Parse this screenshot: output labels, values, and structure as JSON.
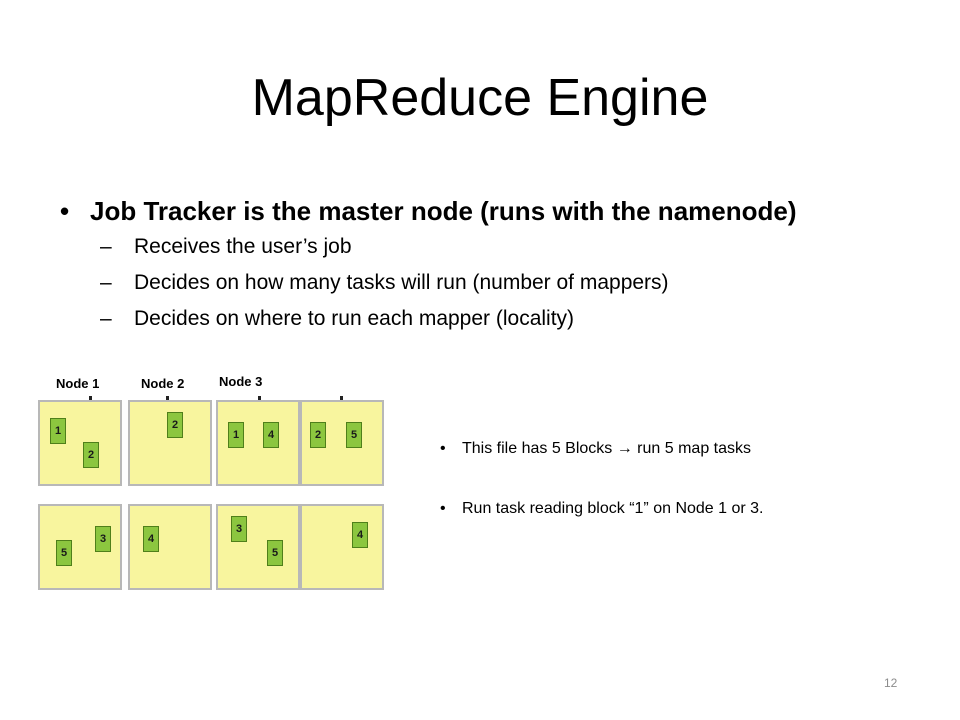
{
  "slide": {
    "title": "MapReduce Engine",
    "bullet_main": "Job Tracker is the master node (runs with the namenode)",
    "sub_bullets": [
      "Receives the user’s job",
      "Decides on how many tasks will run (number of mappers)",
      "Decides on where to run each mapper (locality)"
    ],
    "bullet_symbol": "•",
    "dash_symbol": "–",
    "page_number": "12"
  },
  "diagram": {
    "node_labels": [
      "Node 1",
      "Node 2",
      "Node 3"
    ],
    "cells": [
      {
        "blocks": [
          "1",
          "2"
        ]
      },
      {
        "blocks": [
          "2"
        ]
      },
      {
        "blocks": [
          "1",
          "4"
        ]
      },
      {
        "blocks": [
          "2",
          "5"
        ]
      },
      {
        "blocks": [
          "5",
          "3"
        ]
      },
      {
        "blocks": [
          "4"
        ]
      },
      {
        "blocks": [
          "3",
          "5"
        ]
      },
      {
        "blocks": [
          "4"
        ]
      }
    ],
    "colors": {
      "cell_fill": "#f8f59e",
      "cell_border": "#b8b8b8",
      "block_fill": "#8cc63f"
    }
  },
  "notes": {
    "line1_before": "This file has 5 Blocks ",
    "arrow": "→",
    "line1_after": " run 5 map tasks",
    "line2": "Run task reading block “1” on Node 1 or 3."
  }
}
